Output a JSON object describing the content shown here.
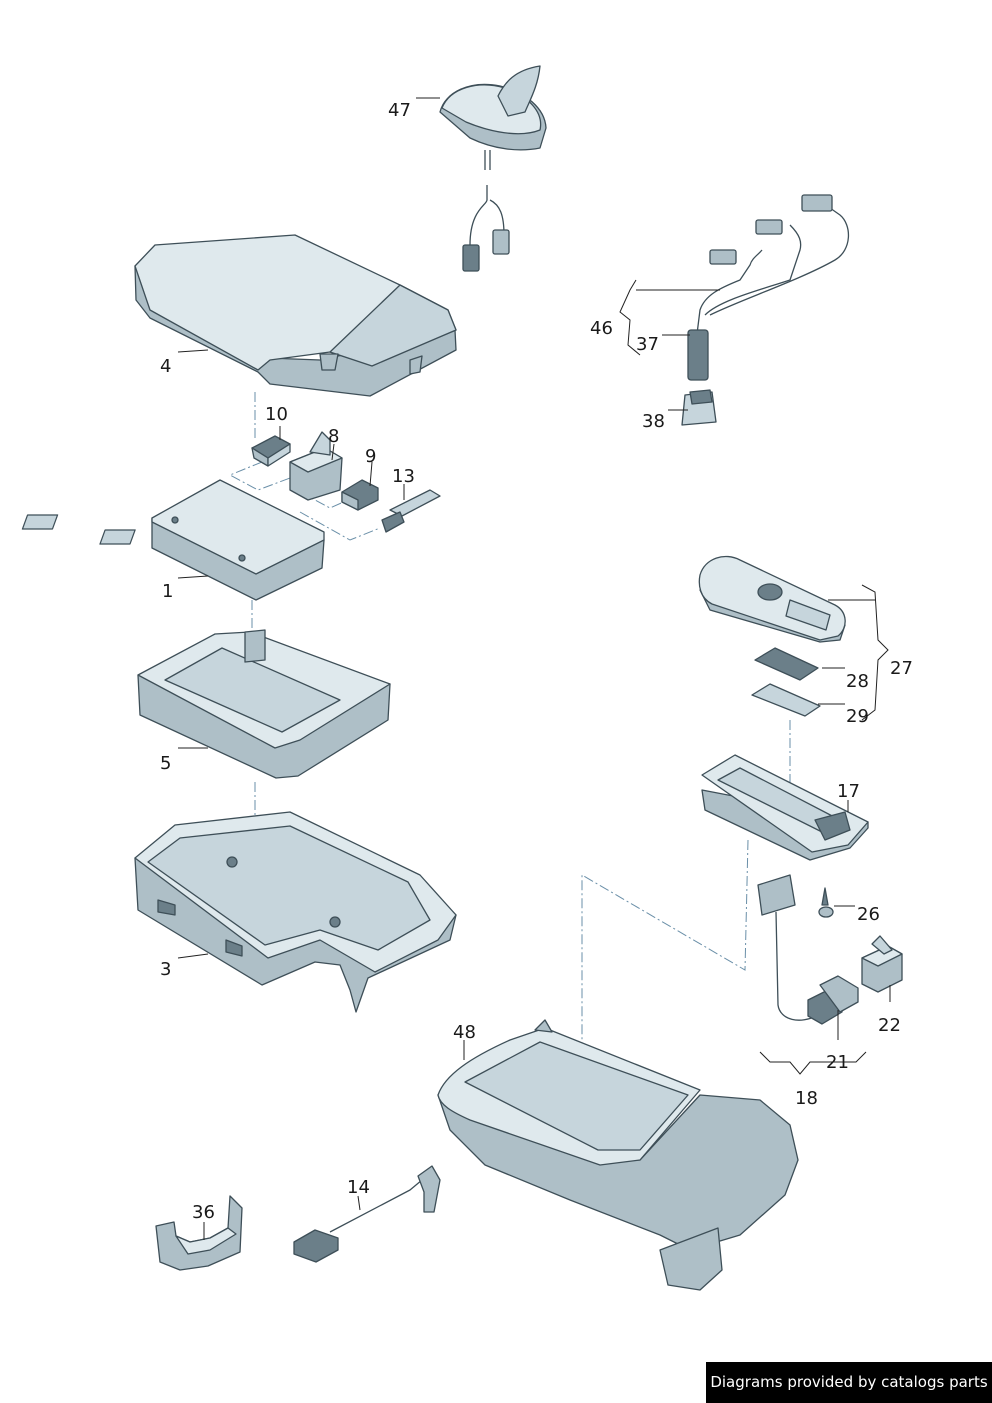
{
  "callouts": {
    "c47": "47",
    "c46": "46",
    "c37": "37",
    "c38": "38",
    "c4": "4",
    "c10": "10",
    "c8": "8",
    "c9": "9",
    "c13": "13",
    "c1": "1",
    "c5": "5",
    "c3": "3",
    "c27": "27",
    "c28": "28",
    "c29": "29",
    "c17": "17",
    "c26": "26",
    "c22": "22",
    "c21": "21",
    "c18": "18",
    "c48": "48",
    "c14": "14",
    "c36": "36"
  },
  "footer": {
    "credit": "Diagrams provided by catalogs parts"
  }
}
